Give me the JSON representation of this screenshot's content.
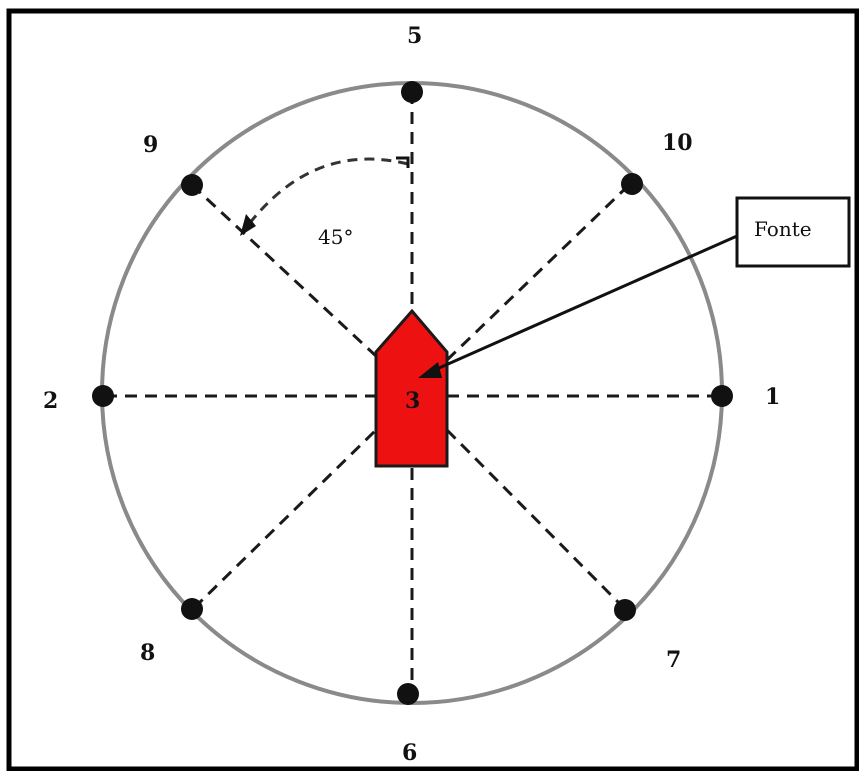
{
  "diagram": {
    "source_label": "Fonte",
    "angle_label": "45°",
    "center_label": "3",
    "colors": {
      "source_body": "#ee1111",
      "circle": "#8a8a8a",
      "points": "#111111",
      "lines": "#1a1a1a"
    },
    "points": [
      {
        "label": "1"
      },
      {
        "label": "2"
      },
      {
        "label": "5"
      },
      {
        "label": "6"
      },
      {
        "label": "7"
      },
      {
        "label": "8"
      },
      {
        "label": "9"
      },
      {
        "label": "10"
      }
    ]
  }
}
